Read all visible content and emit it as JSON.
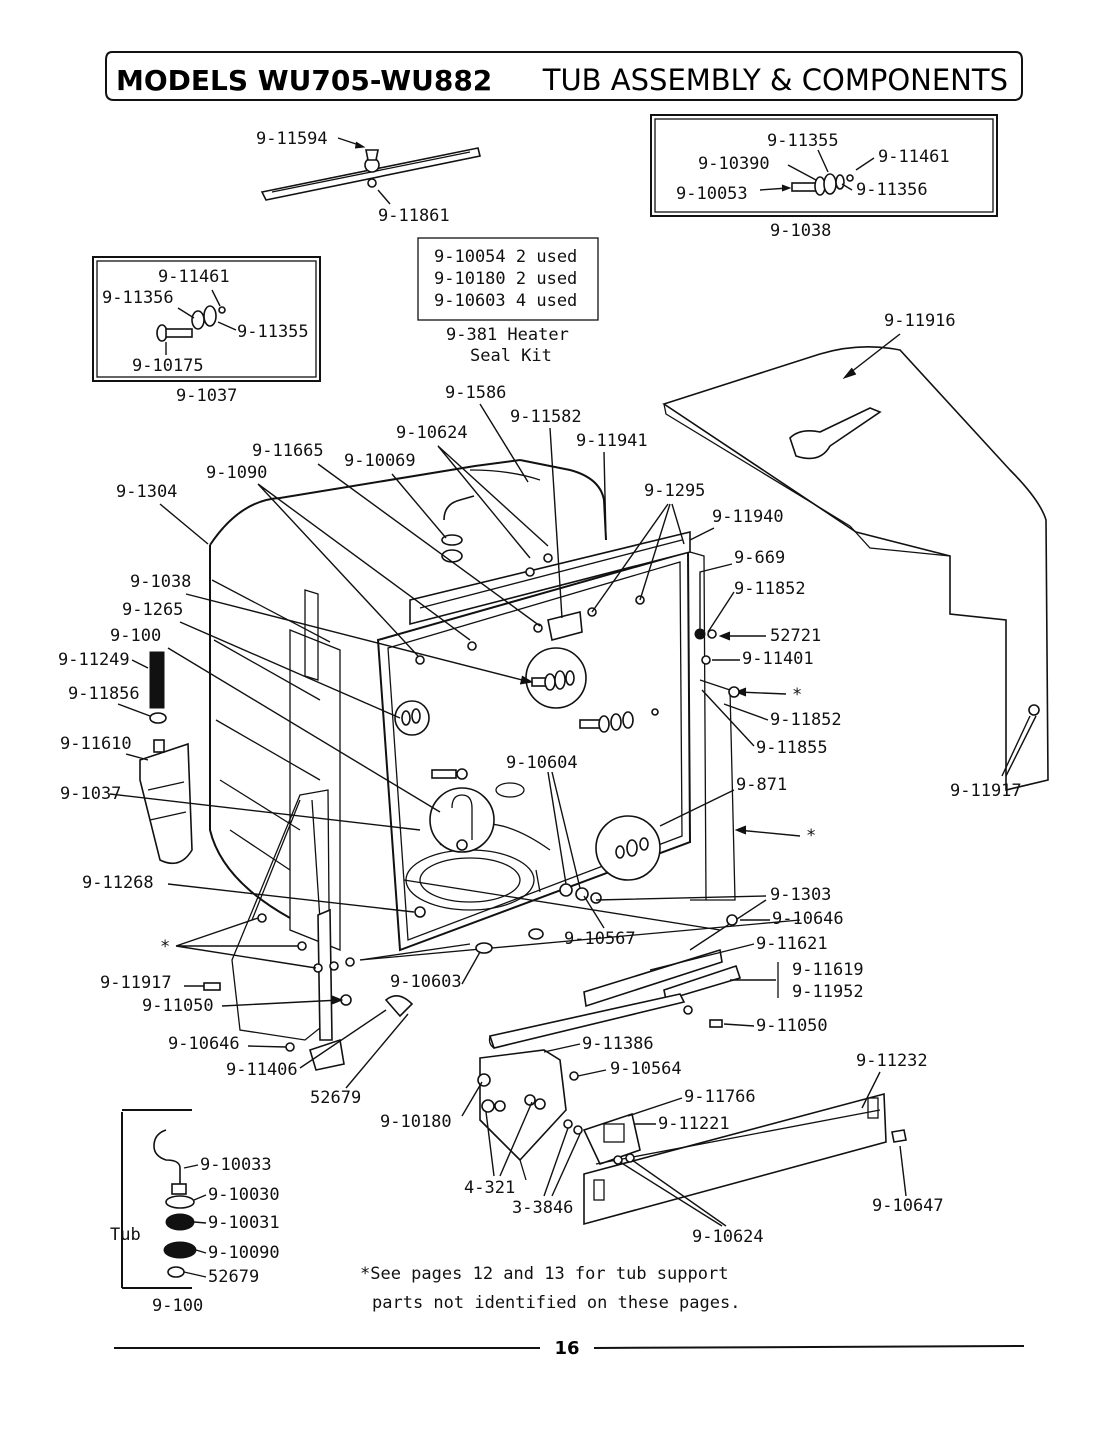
{
  "header": {
    "models": "MODELS WU705-WU882",
    "title": "TUB ASSEMBLY & COMPONENTS"
  },
  "page_number": "16",
  "footnote": {
    "line1": "*See pages 12 and 13 for tub support",
    "line2": "parts not identified on these pages."
  },
  "kits": {
    "k1038": {
      "title": "9-1038",
      "parts": [
        "9-11355",
        "9-10390",
        "9-11461",
        "9-10053",
        "9-11356"
      ]
    },
    "k1037": {
      "title": "9-1037",
      "parts": [
        "9-11461",
        "9-11356",
        "9-11355",
        "9-10175"
      ]
    },
    "heater": {
      "lines": [
        "9-10054 2 used",
        "9-10180 2 used",
        "9-10603 4 used"
      ],
      "caption1": "9-381 Heater",
      "caption2": "Seal Kit"
    },
    "k100": {
      "title": "9-100",
      "tub": "Tub",
      "parts": [
        "9-10033",
        "9-10030",
        "9-10031",
        "9-10090",
        "52679"
      ]
    }
  },
  "callouts": [
    "9-11594",
    "9-11861",
    "9-11916",
    "9-1586",
    "9-11582",
    "9-10624",
    "9-11941",
    "9-11665",
    "9-10069",
    "9-1090",
    "9-1304",
    "9-1295",
    "9-11940",
    "9-669",
    "9-1038",
    "9-11852",
    "9-1265",
    "52721",
    "9-100",
    "9-11401",
    "9-11249",
    "9-11856",
    "*",
    "9-11852",
    "9-11610",
    "9-11855",
    "9-10604",
    "9-871",
    "9-1037",
    "9-11917",
    "*",
    "9-11268",
    "9-1303",
    "9-10646",
    "*",
    "9-10567",
    "9-11621",
    "9-10603",
    "9-11619",
    "9-11952",
    "9-11917",
    "9-11050",
    "9-11050",
    "9-10646",
    "9-11386",
    "9-11406",
    "9-10564",
    "52679",
    "9-11766",
    "9-11232",
    "9-10180",
    "9-11221",
    "4-321",
    "3-3846",
    "9-10624",
    "9-10647"
  ]
}
